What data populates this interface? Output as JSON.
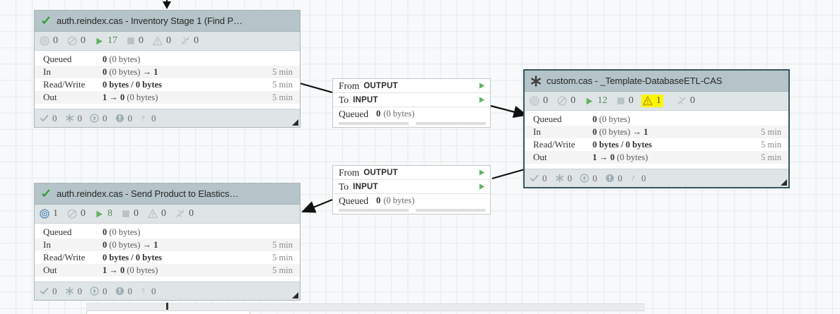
{
  "canvas": {
    "grid": "23px",
    "background_color": "#f7f9fa",
    "grid_color": "#e4ebec"
  },
  "process_groups": [
    {
      "id": "inventory-stage-1",
      "title": "auth.reindex.cas - Inventory Stage 1 (Find P…",
      "status_icon": "check-icon",
      "selected": false,
      "counters": [
        {
          "icon": "transmitting-icon",
          "value": "0",
          "active": false
        },
        {
          "icon": "not-transmitting-icon",
          "value": "0",
          "active": false
        },
        {
          "icon": "running-icon",
          "value": "17",
          "active": true
        },
        {
          "icon": "stopped-icon",
          "value": "0",
          "active": false
        },
        {
          "icon": "warning-icon",
          "value": "0",
          "active": false,
          "highlight": false
        },
        {
          "icon": "disabled-icon",
          "value": "0",
          "active": false
        }
      ],
      "rows": [
        {
          "label": "Queued",
          "value": "0",
          "value_sub": "(0 bytes)",
          "time": ""
        },
        {
          "label": "In",
          "value": "0",
          "value_sub": "(0 bytes)",
          "value_tail": "→ 1",
          "time": "5 min"
        },
        {
          "label": "Read/Write",
          "value": "0 bytes / 0 bytes",
          "value_sub": "",
          "time": "5 min"
        },
        {
          "label": "Out",
          "value": "1 → 0",
          "value_sub": "(0 bytes)",
          "time": "5 min"
        }
      ],
      "footer": [
        {
          "icon": "check-small-icon",
          "value": "0"
        },
        {
          "icon": "asterisk-icon",
          "value": "0"
        },
        {
          "icon": "up-arrow-circle-icon",
          "value": "0"
        },
        {
          "icon": "info-circle-icon",
          "value": "0"
        },
        {
          "icon": "question-icon",
          "value": "0"
        }
      ]
    },
    {
      "id": "send-product-to-elastics",
      "title": "auth.reindex.cas - Send Product to Elastics…",
      "status_icon": "check-icon",
      "selected": false,
      "counters": [
        {
          "icon": "transmitting-icon",
          "value": "1",
          "active": true
        },
        {
          "icon": "not-transmitting-icon",
          "value": "0",
          "active": false
        },
        {
          "icon": "running-icon",
          "value": "8",
          "active": true
        },
        {
          "icon": "stopped-icon",
          "value": "0",
          "active": false
        },
        {
          "icon": "warning-icon",
          "value": "0",
          "active": false,
          "highlight": false
        },
        {
          "icon": "disabled-icon",
          "value": "0",
          "active": false
        }
      ],
      "rows": [
        {
          "label": "Queued",
          "value": "0",
          "value_sub": "(0 bytes)",
          "time": ""
        },
        {
          "label": "In",
          "value": "0",
          "value_sub": "(0 bytes)",
          "value_tail": "→ 1",
          "time": "5 min"
        },
        {
          "label": "Read/Write",
          "value": "0 bytes / 0 bytes",
          "value_sub": "",
          "time": "5 min"
        },
        {
          "label": "Out",
          "value": "1 → 0",
          "value_sub": "(0 bytes)",
          "time": "5 min"
        }
      ],
      "footer": [
        {
          "icon": "check-small-icon",
          "value": "0"
        },
        {
          "icon": "asterisk-icon",
          "value": "0"
        },
        {
          "icon": "up-arrow-circle-icon",
          "value": "0"
        },
        {
          "icon": "info-circle-icon",
          "value": "0"
        },
        {
          "icon": "question-icon",
          "value": "0"
        }
      ]
    },
    {
      "id": "template-database-etl-cas",
      "title": "custom.cas - _Template-DatabaseETL-CAS",
      "status_icon": "asterisk-icon",
      "selected": true,
      "counters": [
        {
          "icon": "transmitting-icon",
          "value": "0",
          "active": false
        },
        {
          "icon": "not-transmitting-icon",
          "value": "0",
          "active": false
        },
        {
          "icon": "running-icon",
          "value": "12",
          "active": true
        },
        {
          "icon": "stopped-icon",
          "value": "0",
          "active": false
        },
        {
          "icon": "warning-icon",
          "value": "1",
          "active": true,
          "highlight": true
        },
        {
          "icon": "disabled-icon",
          "value": "0",
          "active": false
        }
      ],
      "rows": [
        {
          "label": "Queued",
          "value": "0",
          "value_sub": "(0 bytes)",
          "time": ""
        },
        {
          "label": "In",
          "value": "0",
          "value_sub": "(0 bytes)",
          "value_tail": "→ 1",
          "time": "5 min"
        },
        {
          "label": "Read/Write",
          "value": "0 bytes / 0 bytes",
          "value_sub": "",
          "time": "5 min"
        },
        {
          "label": "Out",
          "value": "1 → 0",
          "value_sub": "(0 bytes)",
          "time": "5 min"
        }
      ],
      "footer": [
        {
          "icon": "check-small-icon",
          "value": "0"
        },
        {
          "icon": "asterisk-icon",
          "value": "0"
        },
        {
          "icon": "up-arrow-circle-icon",
          "value": "0"
        },
        {
          "icon": "info-circle-icon",
          "value": "0"
        },
        {
          "icon": "question-icon",
          "value": "0"
        }
      ]
    }
  ],
  "connections": [
    {
      "id": "conn-top",
      "from_label": "From",
      "from_port": "OUTPUT",
      "to_label": "To",
      "to_port": "INPUT",
      "queued_label": "Queued",
      "queued_count": "0",
      "queued_size": "(0 bytes)"
    },
    {
      "id": "conn-bottom",
      "from_label": "From",
      "from_port": "OUTPUT",
      "to_label": "To",
      "to_port": "INPUT",
      "queued_label": "Queued",
      "queued_count": "0",
      "queued_size": "(0 bytes)"
    }
  ],
  "colors": {
    "header": "#b4c4c8",
    "statusbar": "#dfe5e7",
    "running_green": "#4f8c4f",
    "warning_yellow": "#fbf500",
    "selected_border": "#38565c",
    "transmitting_blue": "#4a86b8"
  }
}
